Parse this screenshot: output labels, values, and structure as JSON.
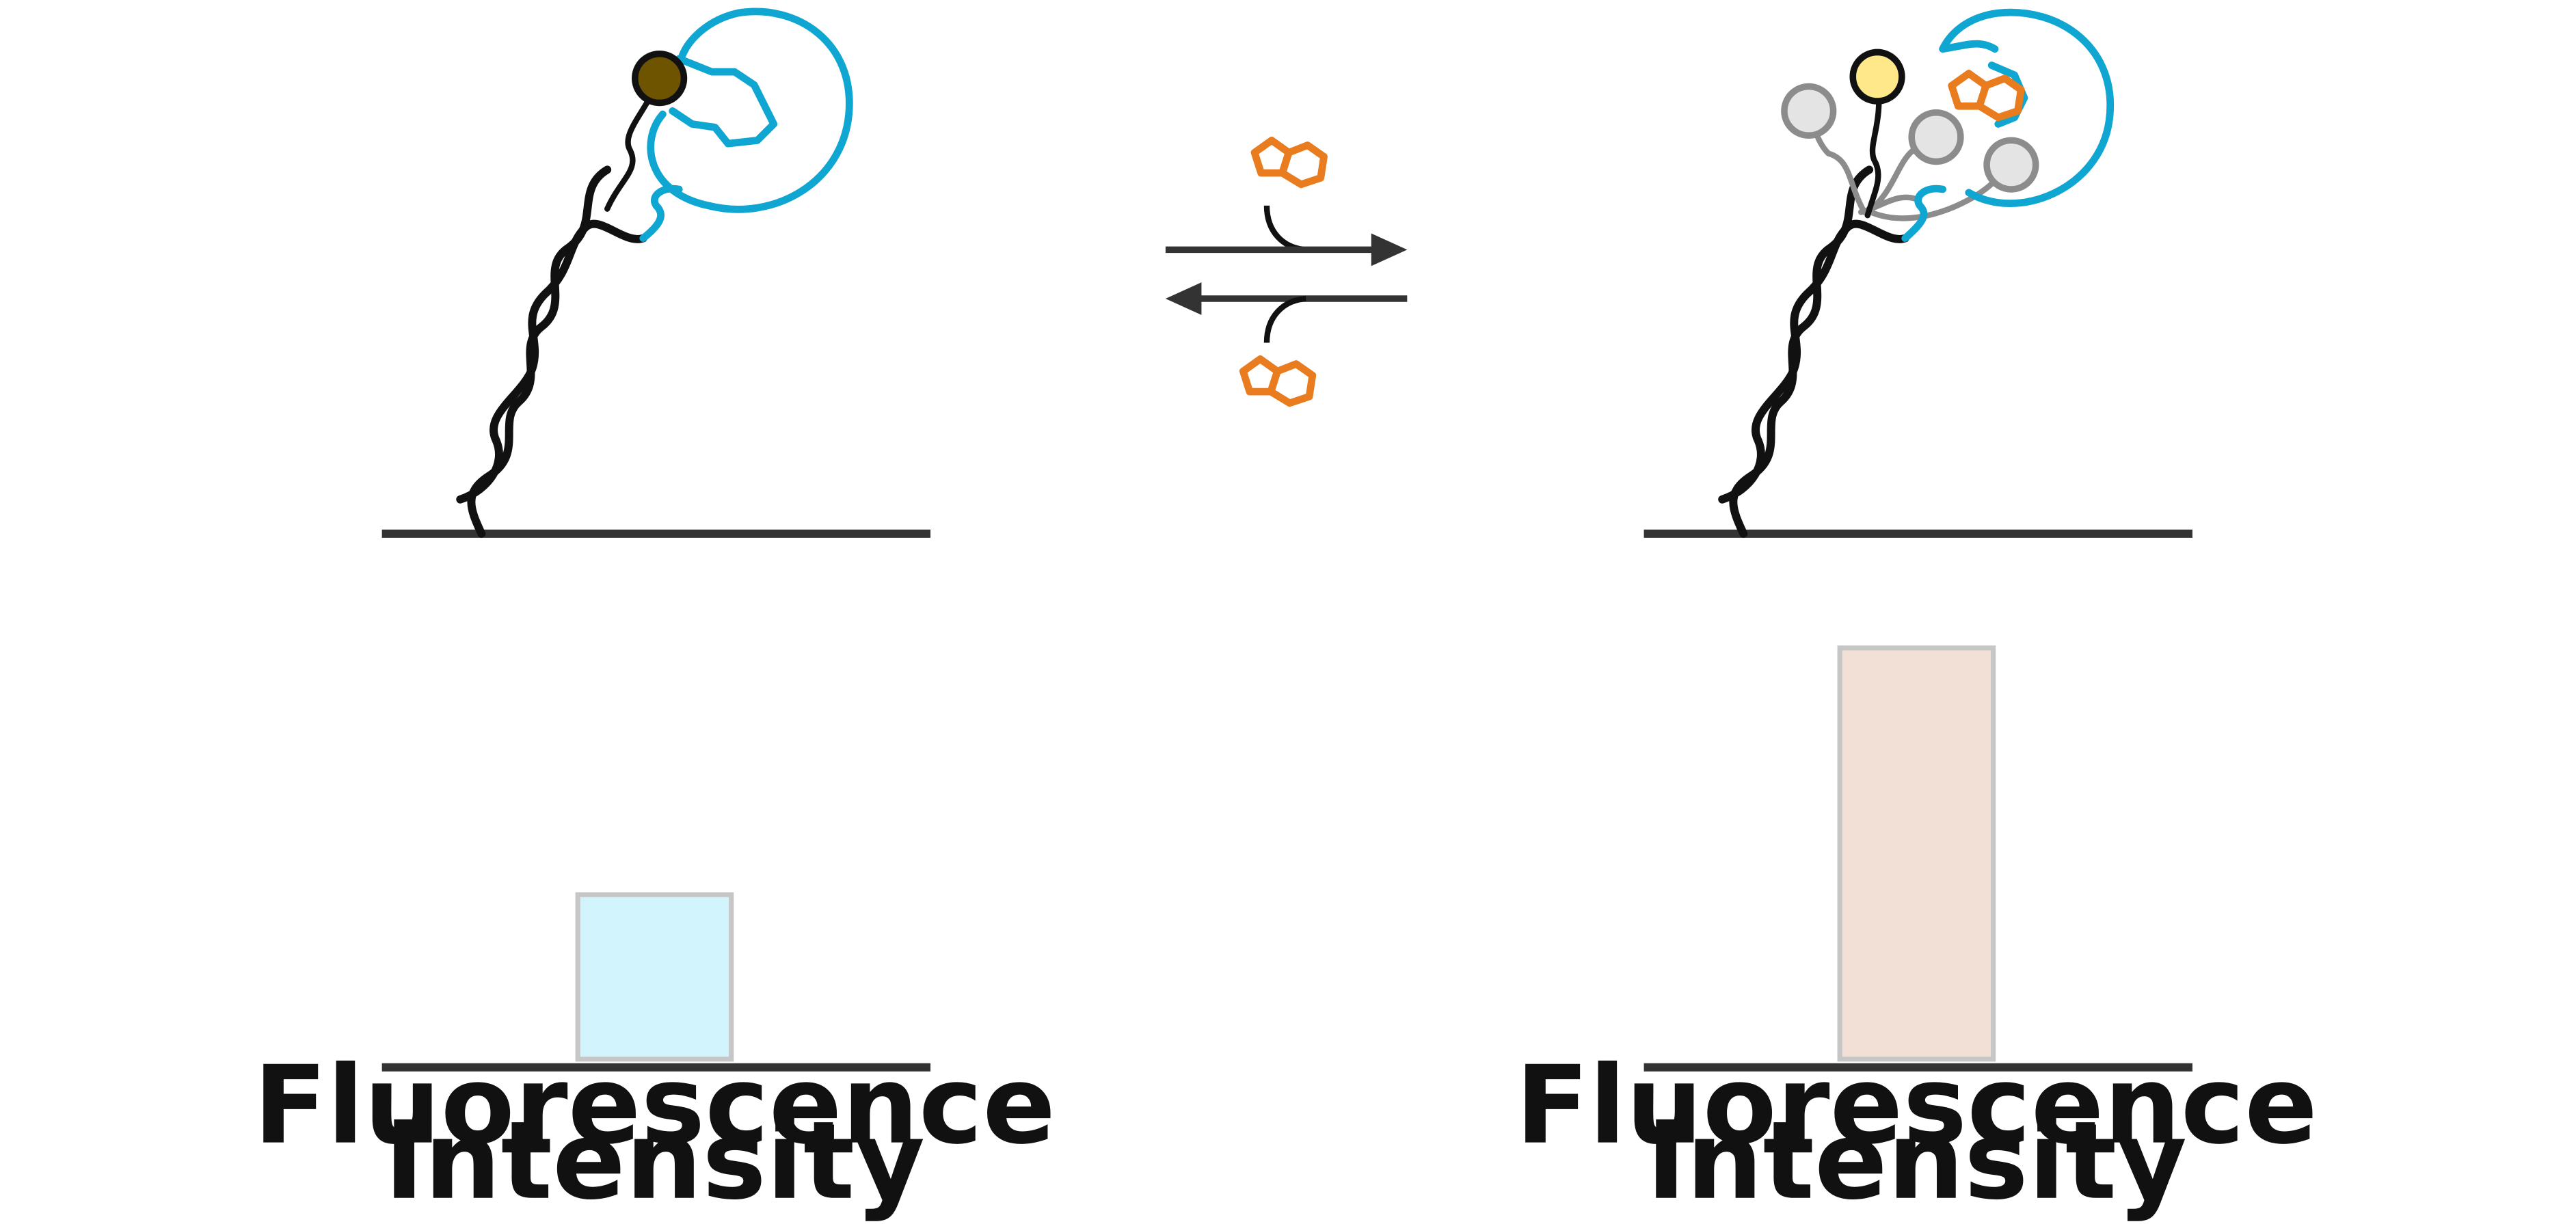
{
  "colors": {
    "line": "#111111",
    "baseline": "#333333",
    "aptamer": "#10a6d2",
    "ligand": "#e87c1e",
    "quencher_state_fluorophore": "#6e5400",
    "bright_fluorophore": "#ffe88a",
    "inactive_fluorophore": "#e4e4e4",
    "inactive_outline": "#8c8c8c",
    "bar_low_fill": "#d2f4fd",
    "bar_high_fill": "#f2e0d6",
    "bar_outline": "#c6c6c6"
  },
  "left_panel": {
    "bar_label_line1": "Fluorescence",
    "bar_label_line2": "Intensity",
    "bar_level": 0.4
  },
  "right_panel": {
    "bar_label_line1": "Fluorescence",
    "bar_label_line2": "Intensity",
    "bar_level": 1.0
  },
  "icons": {
    "ligand": "indole-ring-icon",
    "forward_arrow": "arrow-right-icon",
    "reverse_arrow": "arrow-left-icon"
  }
}
